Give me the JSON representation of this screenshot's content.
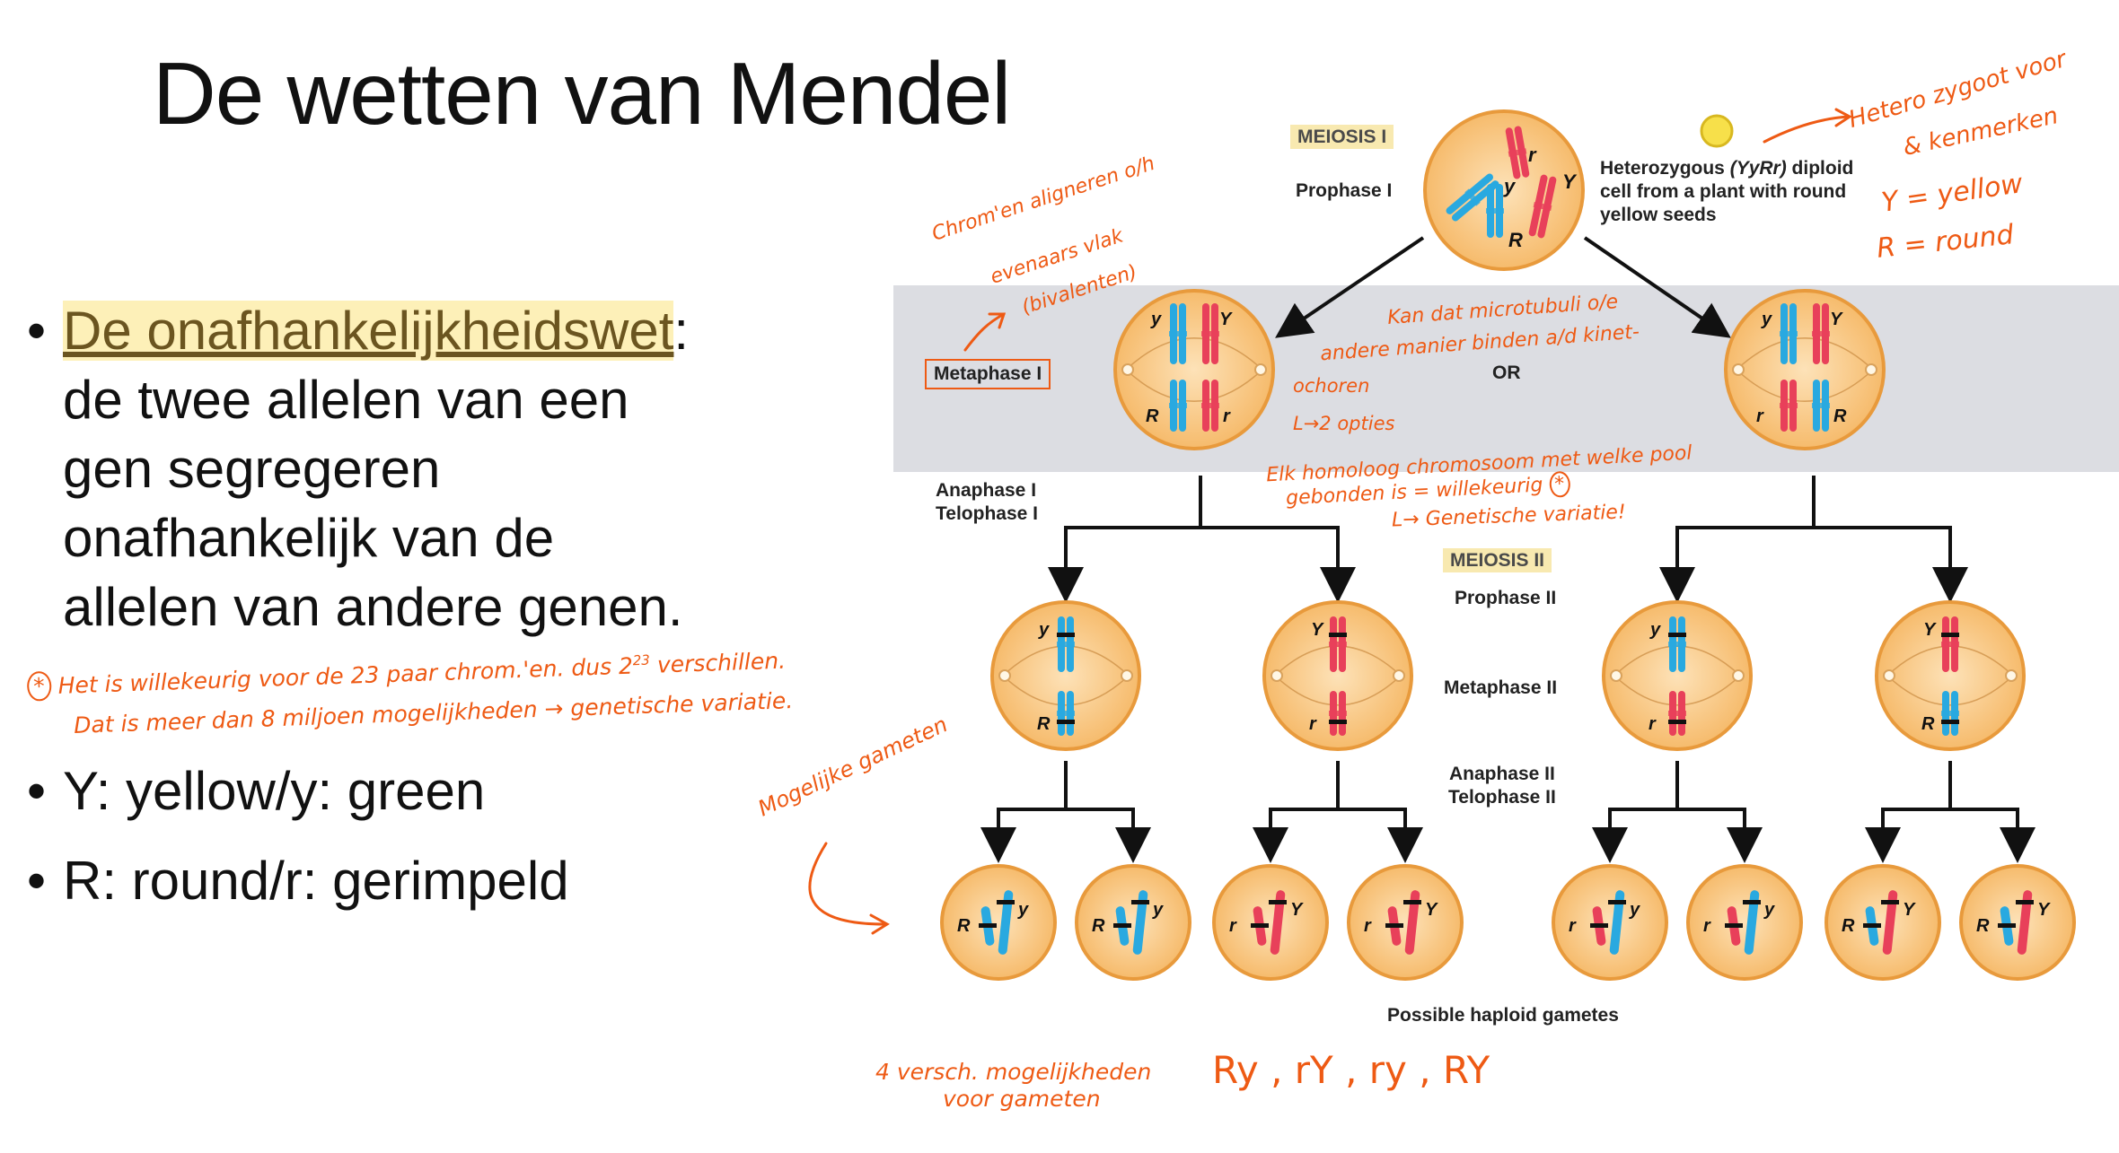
{
  "title": "De wetten van Mendel",
  "bullets": {
    "law_link": "De onafhankelijkheidswet",
    "law_colon": ":",
    "law_lines": [
      "de twee allelen van een",
      "gen segregeren",
      "onafhankelijk van de",
      "allelen van andere genen."
    ],
    "yellow": "Y: yellow/y: green",
    "round": "R: round/r: gerimpeld"
  },
  "diagram": {
    "meiosis1": "MEIOSIS I",
    "meiosis2": "MEIOSIS II",
    "prophase1": "Prophase I",
    "metaphase1": "Metaphase I",
    "anaphase1": "Anaphase I",
    "telophase1": "Telophase I",
    "prophase2": "Prophase II",
    "metaphase2": "Metaphase II",
    "anaphase2": "Anaphase II",
    "telophase2": "Telophase II",
    "or": "OR",
    "cell_desc_1a": "Heterozygous ",
    "cell_desc_1b": "(YyRr)",
    "cell_desc_1c": " diploid",
    "cell_desc_2": "cell from a plant with round",
    "cell_desc_3": "yellow seeds",
    "gametes": "Possible haploid gametes",
    "allele_Y": "Y",
    "allele_y": "y",
    "allele_R": "R",
    "allele_r": "r"
  },
  "handwriting": {
    "note_hetero_1": "Hetero zygoot voor",
    "note_hetero_2": "& kenmerken",
    "note_y": "Y = yellow",
    "note_r": "R = round",
    "note_align_1": "Chrom'en aligneren o/h",
    "note_align_2": "evenaars vlak",
    "note_align_3": "(bivalenten)",
    "note_micro_1": "Kan dat microtubuli o/e",
    "note_micro_2": "andere manier binden a/d kinet-",
    "note_micro_3": "ochoren",
    "note_micro_4": "L→2 opties",
    "note_pool_1": "Elk homoloog chromosoom met welke pool",
    "note_pool_2": "gebonden is = willekeurig",
    "note_pool_3": "L→ Genetische variatie!",
    "note_star_1": "Het is willekeurig voor de 23 paar chrom.'en. dus 2",
    "note_star_exp": "23",
    "note_star_1b": "verschillen.",
    "note_star_2": "Dat is meer dan 8 miljoen mogelijkheden → genetische variatie.",
    "note_gametes": "Mogelijke gameten",
    "note_versch_1": "4 versch. mogelijkheden",
    "note_versch_2": "voor gameten",
    "note_combos": "Ry , rY , ry , RY"
  },
  "colors": {
    "blue": "#29a9e0",
    "red": "#e8405a",
    "cell_fill": "#fbd49a",
    "cell_stroke": "#e89a3c",
    "handwriting": "#ee5a14",
    "band": "#dcdde2"
  }
}
